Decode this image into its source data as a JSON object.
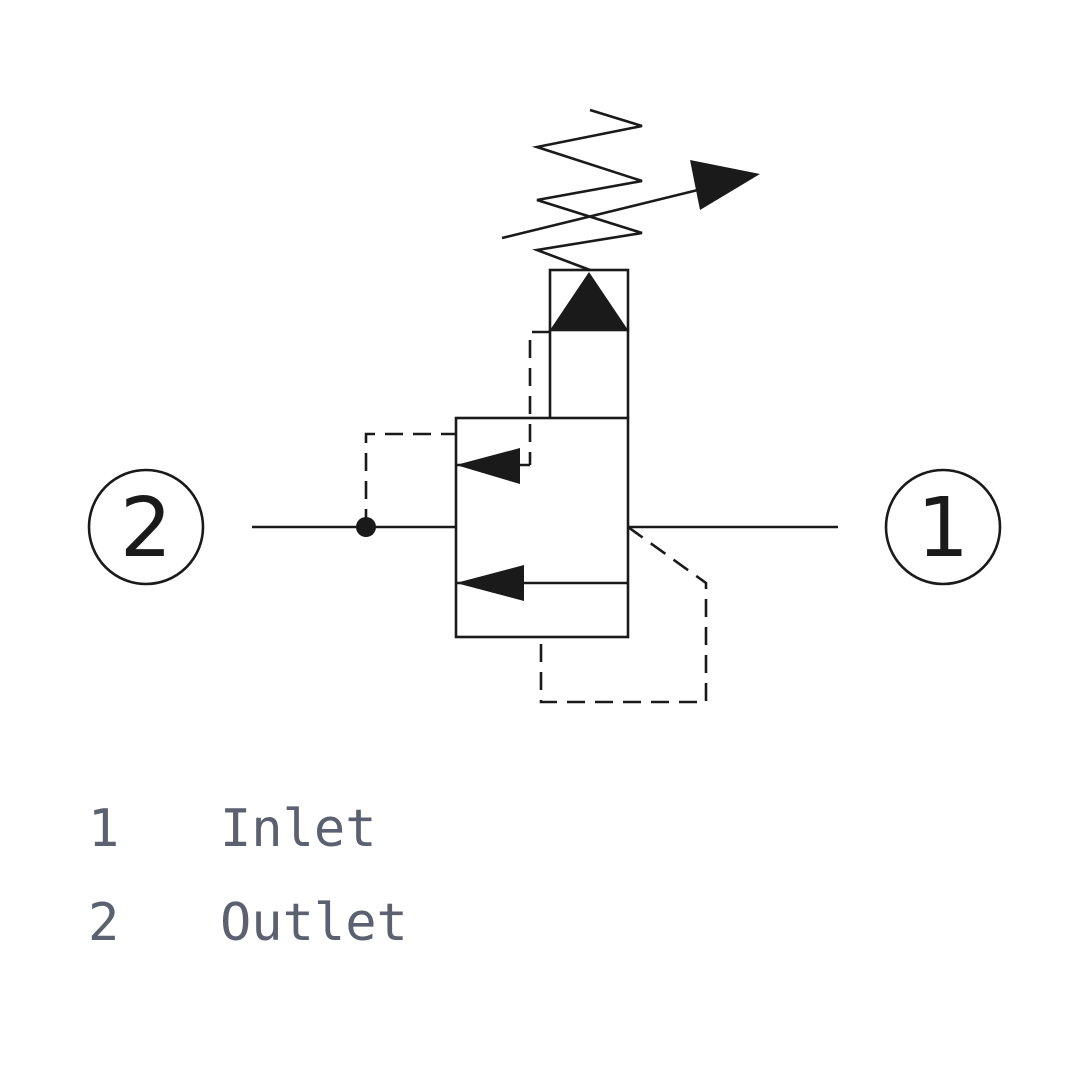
{
  "diagram": {
    "ports": [
      {
        "id": "2",
        "side": "left"
      },
      {
        "id": "1",
        "side": "right"
      }
    ]
  },
  "legend": [
    {
      "key": "1",
      "label": "Inlet"
    },
    {
      "key": "2",
      "label": "Outlet"
    }
  ],
  "colors": {
    "line": "#1a1a1a",
    "legend_text": "#5b6170",
    "background": "#ffffff"
  }
}
